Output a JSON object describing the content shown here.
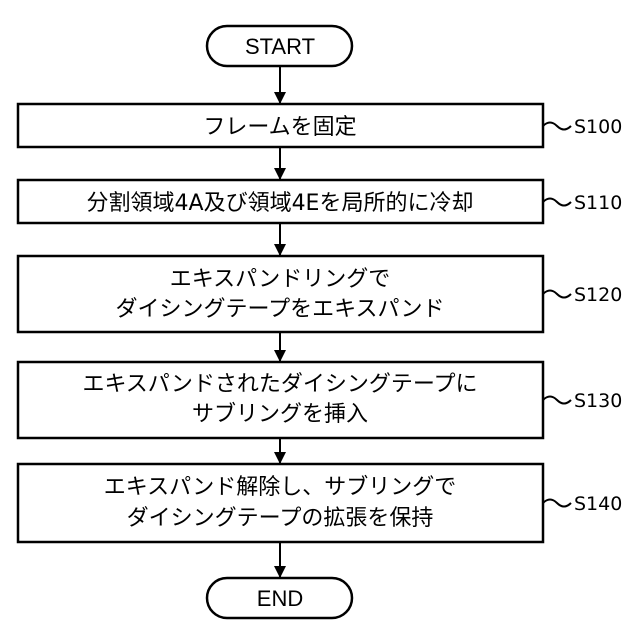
{
  "flowchart": {
    "start_label": "START",
    "end_label": "END",
    "steps": [
      {
        "id": "S100",
        "lines": [
          "フレームを固定"
        ]
      },
      {
        "id": "S110",
        "lines": [
          "分割領域4A及び領域4Eを局所的に冷却"
        ]
      },
      {
        "id": "S120",
        "lines": [
          "エキスパンドリングで",
          "ダイシングテープをエキスパンド"
        ]
      },
      {
        "id": "S130",
        "lines": [
          "エキスパンドされたダイシングテープに",
          "サブリングを挿入"
        ]
      },
      {
        "id": "S140",
        "lines": [
          "エキスパンド解除し、サブリングで",
          "ダイシングテープの拡張を保持"
        ]
      }
    ]
  }
}
